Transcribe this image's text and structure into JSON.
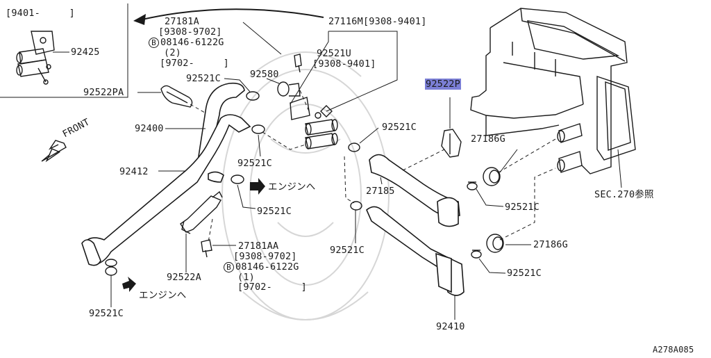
{
  "inset": {
    "range": "[9401-     ]",
    "part": "92425"
  },
  "labels": {
    "l27181a": "27181A",
    "l27181a_r1": "[9308-9702]",
    "l27181a_bolt": "08146-6122G",
    "l27181a_qty": "(2)",
    "l27181a_r2": "[9702-     ]",
    "l27116m": "27116M[9308-9401]",
    "l92521u": "92521U",
    "l92521u_r": "[9308-9401]",
    "l92580": "92580",
    "l92521c_a": "92521C",
    "l92522pa": "92522PA",
    "l92522p": "92522P",
    "l92400": "92400",
    "l92521c_b": "92521C",
    "l27186g_a": "27186G",
    "l92521c_c": "92521C",
    "l92412": "92412",
    "l27185": "27185",
    "l_engine_a": "エンジンへ",
    "l92521c_d": "92521C",
    "l92521c_e": "92521C",
    "l27181aa": "27181AA",
    "l27181aa_r1": "[9308-9702]",
    "l27181aa_bolt": "08146-6122G",
    "l27181aa_qty": "(1)",
    "l27181aa_r2": "[9702-     ]",
    "l92522a": "92522A",
    "l92521c_f": "92521C",
    "l27186g_b": "27186G",
    "l92521c_g": "92521C",
    "l_engine_b": "エンジンへ",
    "l92521c_h": "92521C",
    "l92410": "92410",
    "l_sec270": "SEC.270参照",
    "l_front": "FRONT",
    "l_figure_code": "A278A085",
    "circle_b": "B"
  },
  "highlight_color": "#7b7fd6",
  "icons": [
    "front-arrow-icon",
    "engine-arrow-icon",
    "bolt-circle-b-icon"
  ]
}
